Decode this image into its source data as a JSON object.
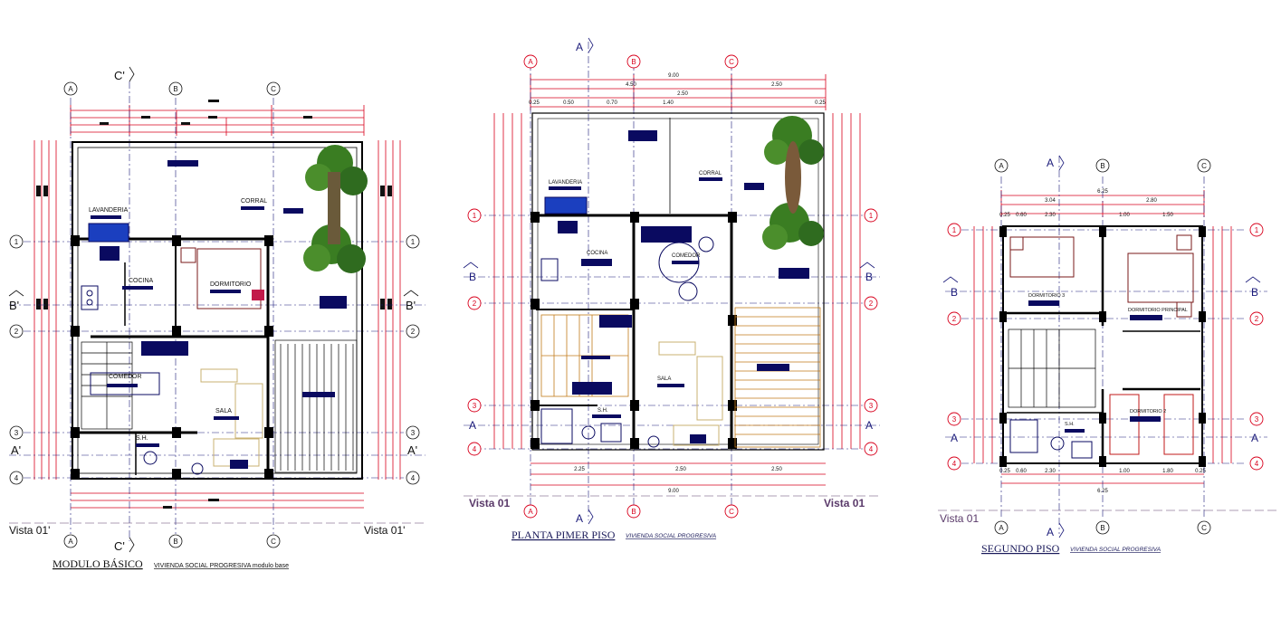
{
  "colors": {
    "wall": "#000000",
    "dim": "#d8001c",
    "axis": "#1a1a7a",
    "furniture": "#0a0a60",
    "stair": "#c27a1a",
    "tree": "#2f6b1f",
    "view": "#5a3a6a",
    "grid_bubble": "#d8001c"
  },
  "plans": [
    {
      "id": "modulo",
      "title": "MODULO BÁSICO",
      "subtitle": "VIVIENDA SOCIAL PROGRESIVA modulo base",
      "cols": [
        "A",
        "B",
        "C"
      ],
      "rows": [
        "1",
        "2",
        "3",
        "4"
      ],
      "sections": {
        "top": "C'",
        "bottom": "C'",
        "left": "B'",
        "right": "B'",
        "left2": "A'",
        "right2": "A'"
      },
      "views": {
        "left": "Vista 01'",
        "right": "Vista 01'"
      },
      "rooms": [
        "LAVANDERIA",
        "CORRAL",
        "COCINA",
        "DORMITORIO",
        "COMEDOR",
        "SALA",
        "S.H."
      ]
    },
    {
      "id": "piso1",
      "title": "PLANTA PIMER PISO",
      "subtitle": "VIVIENDA SOCIAL PROGRESIVA",
      "cols": [
        "A",
        "B",
        "C"
      ],
      "rows": [
        "1",
        "2",
        "3",
        "4"
      ],
      "sections": {
        "top": "A",
        "bottom": "A",
        "left": "B",
        "right": "B",
        "left2": "A",
        "right2": "A"
      },
      "views": {
        "left": "Vista 01",
        "right": "Vista 01"
      },
      "rooms": [
        "LAVANDERIA",
        "CORRAL",
        "COCINA",
        "COMEDOR",
        "SALA",
        "S.H."
      ],
      "dims_top": [
        "9.00",
        "4.50",
        "2.50",
        "2.50",
        "0.25",
        "0.50",
        "0.70",
        "1.40",
        "0.25"
      ],
      "dims_bottom": [
        "2.25",
        "2.50",
        "2.50",
        "9.00"
      ]
    },
    {
      "id": "piso2",
      "title": "SEGUNDO PISO",
      "subtitle": "VIVIENDA SOCIAL PROGRESIVA",
      "cols": [
        "A",
        "B",
        "C"
      ],
      "rows": [
        "1",
        "2",
        "3",
        "4"
      ],
      "sections": {
        "top": "A",
        "bottom": "A",
        "left": "B",
        "right": "B",
        "left2": "A",
        "right2": "A"
      },
      "views": {
        "left": "Vista 01"
      },
      "rooms": [
        "DORMITORIO 3",
        "DORMITORIO PRINCIPAL",
        "DORMITORIO 2",
        "S.H."
      ],
      "dims_top": [
        "6.25",
        "3.04",
        "2.80",
        "0.25",
        "0.60",
        "2.30",
        "1.00",
        "1.50"
      ],
      "dims_bottom": [
        "0.25",
        "0.60",
        "2.30",
        "1.00",
        "1.80",
        "0.25",
        "6.25"
      ]
    }
  ]
}
